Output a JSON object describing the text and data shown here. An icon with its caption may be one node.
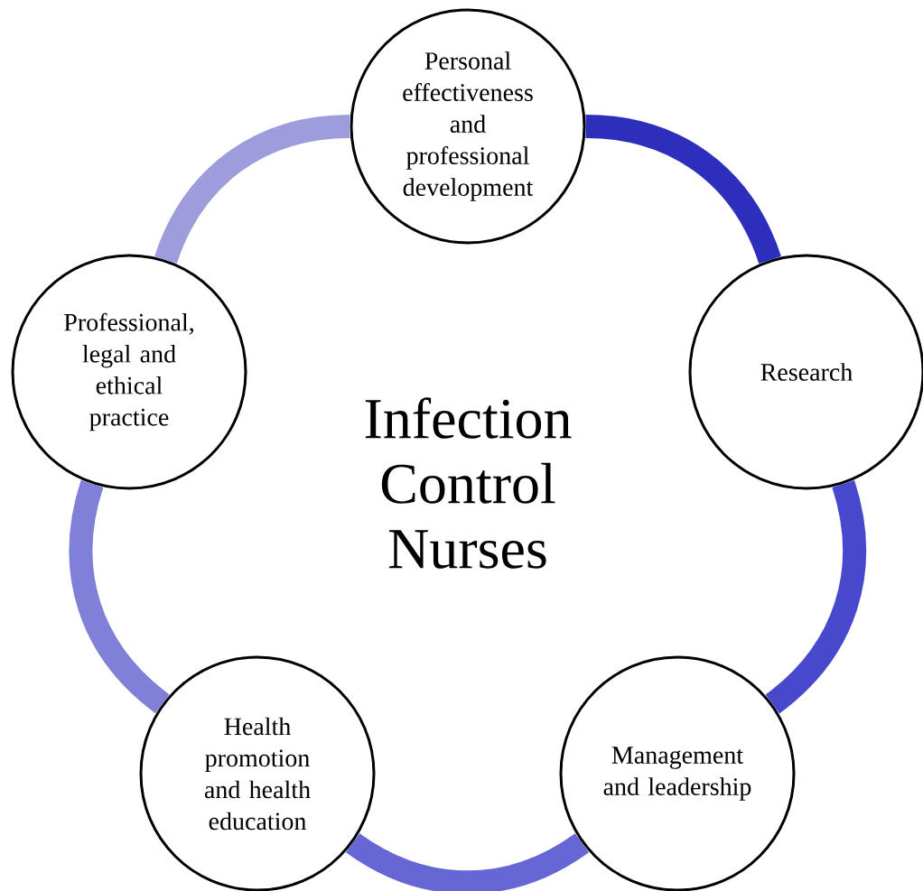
{
  "diagram": {
    "nodes": [
      {
        "text": [
          "Personal effectiveness and professional development"
        ]
      },
      {
        "text": [
          "Research"
        ]
      },
      {
        "text": [
          "Management and leadership"
        ]
      },
      {
        "text": [
          "Health promotion and health education"
        ]
      },
      {
        "text": [
          "Professional, legal and ethical practice"
        ]
      }
    ],
    "edges": [
      {
        "from": 0,
        "to": 1,
        "arrow": "none",
        "color": "#2e2ebd"
      },
      {
        "from": 1,
        "to": 2,
        "arrow": "none",
        "color": "#4848cc"
      },
      {
        "from": 2,
        "to": 3,
        "arrow": "none",
        "color": "#6666d4"
      },
      {
        "from": 3,
        "to": 4,
        "arrow": "none",
        "color": "#8080d8"
      },
      {
        "from": 4,
        "to": 0,
        "arrow": "none",
        "color": "#9d9ddc"
      }
    ],
    "labels": [
      "Infection Control Nurses"
    ]
  }
}
